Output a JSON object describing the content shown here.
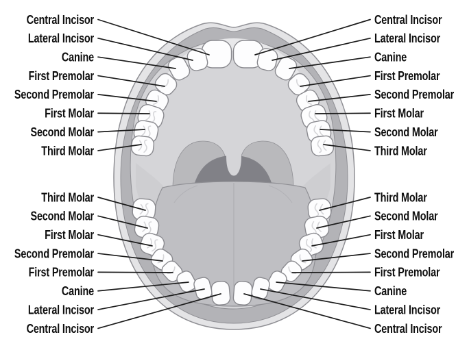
{
  "diagram": {
    "subject": "Open mouth with upper and lower dental arches, all teeth labeled",
    "label_columns": {
      "upper_left": [
        "Central Incisor",
        "Lateral Incisor",
        "Canine",
        "First Premolar",
        "Second Premolar",
        "First Molar",
        "Second Molar",
        "Third Molar"
      ],
      "upper_right": [
        "Central Incisor",
        "Lateral Incisor",
        "Canine",
        "First Premolar",
        "Second Premolar",
        "First Molar",
        "Second Molar",
        "Third Molar"
      ],
      "lower_left": [
        "Third Molar",
        "Second Molar",
        "First Molar",
        "Second Premolar",
        "First Premolar",
        "Canine",
        "Lateral Incisor",
        "Central Incisor"
      ],
      "lower_right": [
        "Third Molar",
        "Second Molar",
        "First Molar",
        "Second Premolar",
        "First Premolar",
        "Canine",
        "Lateral Incisor",
        "Central Incisor"
      ]
    },
    "colors": {
      "background": "#ffffff",
      "outer_lip": "#e4e4e6",
      "inner_lip": "#b3b3b7",
      "oral_cavity": "#d5d5d8",
      "gum_ridge": "#e8e8ea",
      "cheek_shade": "#c9c9cc",
      "soft_palate": "#b9b9bc",
      "throat": "#818187",
      "uvula": "#d5d5d8",
      "tongue": "#bfbfc3",
      "tongue_line": "#a9a9ad",
      "tooth_fill": "#fdfdfe",
      "tooth_outline": "#8a8a8f",
      "tooth_fissure": "#d6d6d9",
      "outline": "#8f8f94",
      "leader_line": "#1b1b1b",
      "label_text": "#0e0e0e"
    }
  }
}
